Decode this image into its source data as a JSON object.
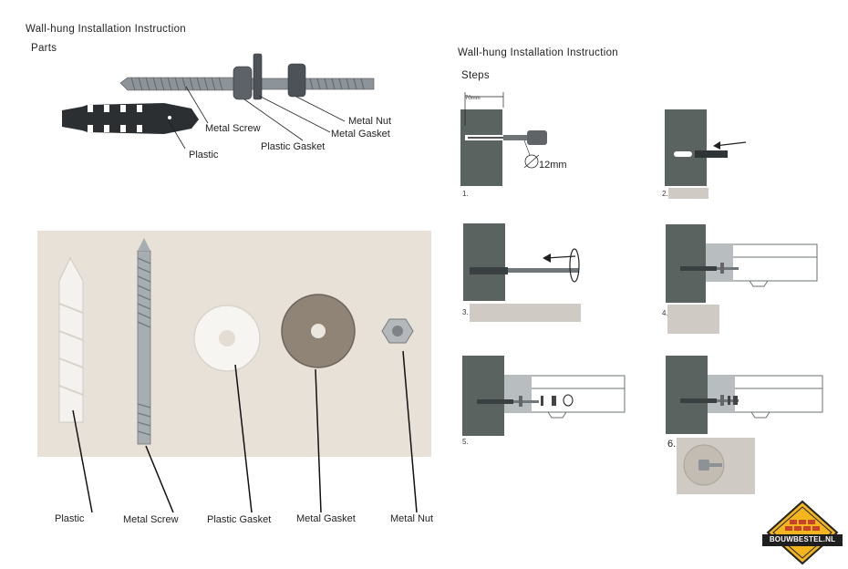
{
  "header": {
    "left_title": "Wall-hung Installation Instruction",
    "parts_heading": "Parts",
    "right_title": "Wall-hung Installation Instruction",
    "steps_heading": "Steps"
  },
  "diagram_labels": {
    "metal_nut": "Metal Nut",
    "metal_screw": "Metal Screw",
    "metal_gasket": "Metal Gasket",
    "plastic_gasket": "Plastic Gasket",
    "plastic": "Plastic"
  },
  "photo_labels": {
    "plastic": "Plastic",
    "metal_screw": "Metal Screw",
    "plastic_gasket": "Plastic Gasket",
    "metal_gasket": "Metal Gasket",
    "metal_nut": "Metal Nut"
  },
  "steps": {
    "s1": "1.",
    "s2": "2.",
    "s3": "3.",
    "s4": "4.",
    "s5": "5.",
    "s6": "6.",
    "dim_depth": "70mm",
    "dim_diameter": "12mm"
  },
  "logo": {
    "text": "BOUWBESTEL.NL"
  },
  "colors": {
    "wall": "#5b6361",
    "photo_bg": "#e7e1d8",
    "logo_yellow": "#f2b51d"
  }
}
